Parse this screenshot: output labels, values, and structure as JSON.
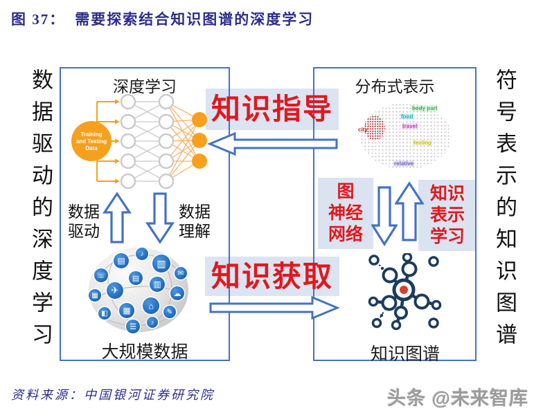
{
  "figure": {
    "label": "图 37：",
    "title": "需要探索结合知识图谱的深度学习"
  },
  "side_labels": {
    "left": "数据驱动的深度学习",
    "right": "符号表示的知识图谱"
  },
  "left_box": {
    "title": "深度学习",
    "training_circle_lines": [
      "Training",
      "and Testing",
      "Data"
    ],
    "up_arrow_label_lines": [
      "数据",
      "驱动"
    ],
    "down_arrow_label_lines": [
      "数据",
      "理解"
    ],
    "caption": "大规模数据"
  },
  "right_box": {
    "title": "分布式表示",
    "scatter_labels": [
      {
        "text": "city",
        "color": "#c0272d"
      },
      {
        "text": "food",
        "color": "#11b5c9"
      },
      {
        "text": "travel",
        "color": "#cb3ac0"
      },
      {
        "text": "body part",
        "color": "#3faf4b"
      },
      {
        "text": "feeling",
        "color": "#cfc32a"
      },
      {
        "text": "relative",
        "color": "#6f63c5"
      }
    ],
    "gnn_label_lines": [
      "图",
      "神经",
      "网络"
    ],
    "krl_label_lines": [
      "知识",
      "表示",
      "学习"
    ],
    "caption": "知识图谱"
  },
  "flows": {
    "top": "知识指导",
    "bottom": "知识获取"
  },
  "footer": {
    "source": "资料来源：中国银河证券研究院",
    "watermark": "头条 @未来智库"
  },
  "colors": {
    "accent_blue": "#4472c4",
    "red": "#e0181d",
    "band": "#dce4f2",
    "orange": "#f6a01d",
    "icon_navy": "#1c3b5e",
    "title_ink": "#2b2d8c"
  },
  "globe_icons": [
    {
      "name": "phone-icon",
      "glyph": "☏"
    },
    {
      "name": "monitor-icon",
      "glyph": "▤"
    },
    {
      "name": "music-icon",
      "glyph": "♪"
    },
    {
      "name": "chart-icon",
      "glyph": "▥"
    },
    {
      "name": "mail-icon",
      "glyph": "✉"
    },
    {
      "name": "screen-icon",
      "glyph": "▦"
    },
    {
      "name": "plane-icon",
      "glyph": "✈"
    },
    {
      "name": "tablet-icon",
      "glyph": "▤"
    },
    {
      "name": "display-icon",
      "glyph": "▥"
    },
    {
      "name": "cloud-icon",
      "glyph": "☁"
    },
    {
      "name": "photo-icon",
      "glyph": "◧"
    },
    {
      "name": "grid-icon",
      "glyph": "▦"
    },
    {
      "name": "home-icon",
      "glyph": "⌂"
    },
    {
      "name": "pencil-icon",
      "glyph": "✎"
    },
    {
      "name": "chat-icon",
      "glyph": "☰"
    },
    {
      "name": "note-icon",
      "glyph": "♪"
    }
  ]
}
